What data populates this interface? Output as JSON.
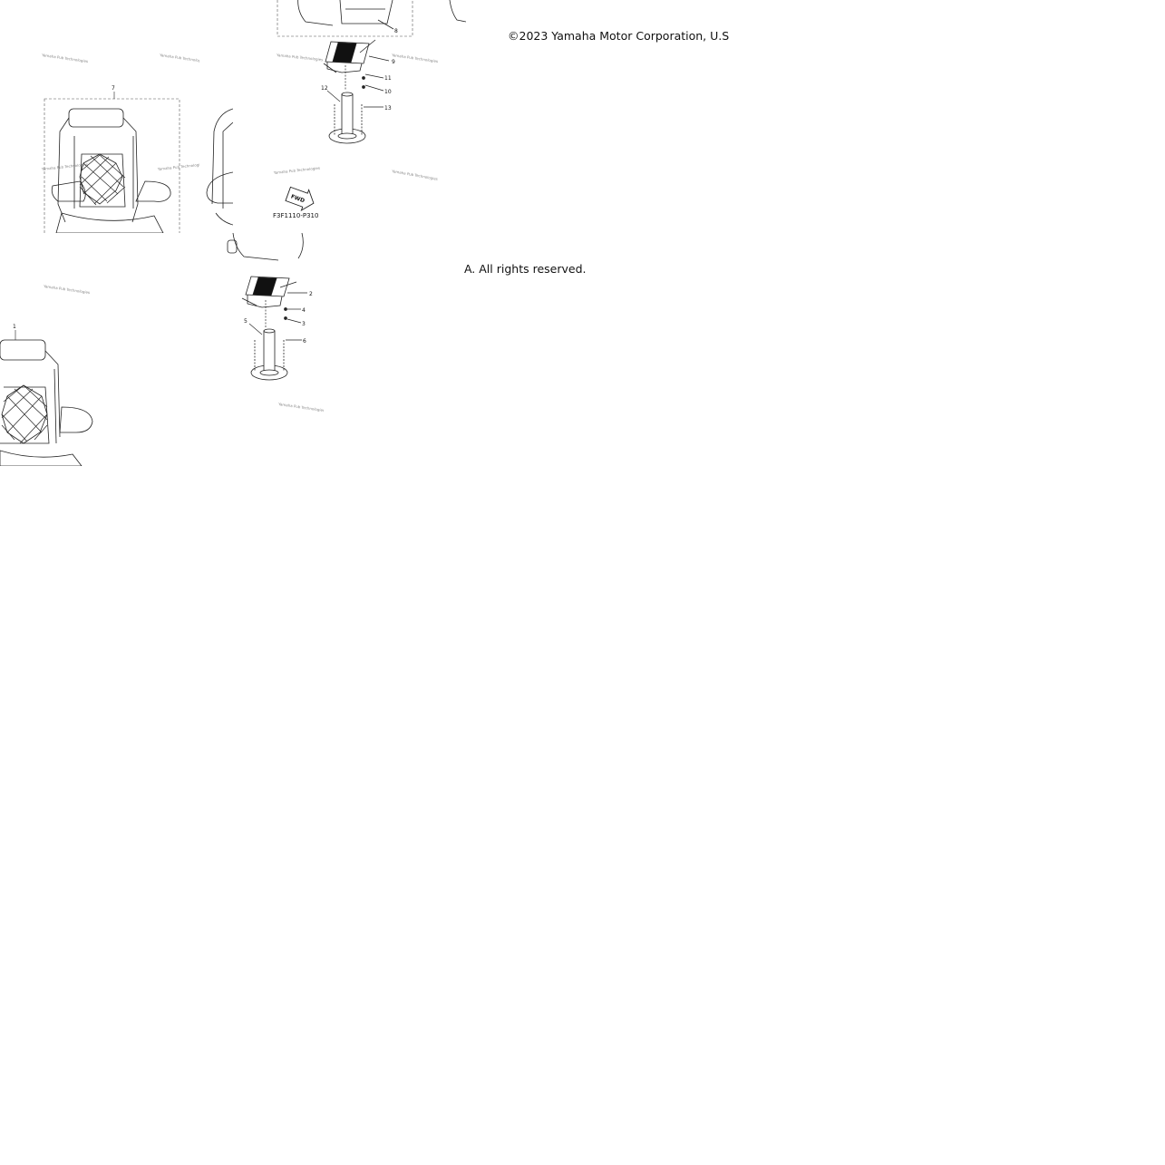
{
  "copyright": {
    "part1": "©2023 Yamaha Motor Corporation, U.S",
    "part2": ".A. All rights reserved."
  },
  "diagram": {
    "drawing_code": "F3F1110-P310",
    "fwd_label": "FWD",
    "watermark": "Yamaha Pub Technologies",
    "callouts": {
      "c1": "1",
      "c2": "2",
      "c3": "3",
      "c4": "4",
      "c5": "5",
      "c6": "6",
      "c7": "7",
      "c8": "8",
      "c9": "9",
      "c10": "10",
      "c11": "11",
      "c12": "12",
      "c13": "13"
    }
  }
}
